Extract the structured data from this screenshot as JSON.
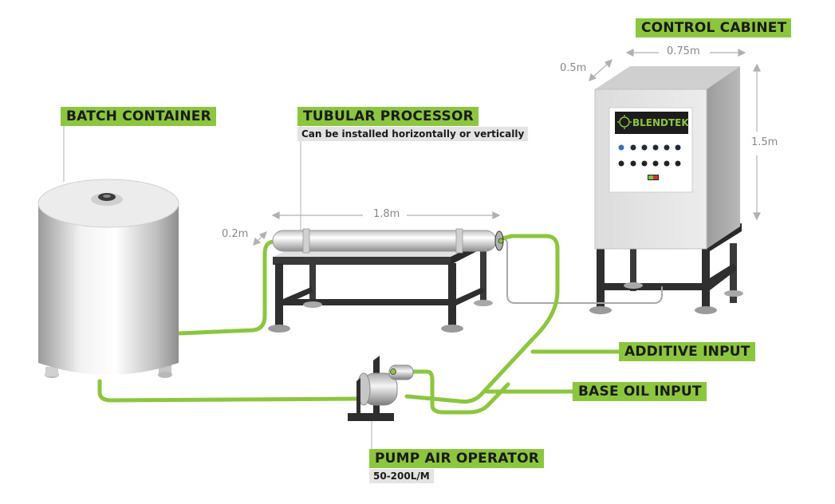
{
  "labels": {
    "batch_container": "BATCH CONTAINER",
    "tubular_processor": "TUBULAR PROCESSOR",
    "tubular_processor_note": "Can be installed horizontally or vertically",
    "control_cabinet": "CONTROL CABINET",
    "additive_input": "ADDITIVE INPUT",
    "base_oil_input": "BASE OIL INPUT",
    "pump_air_operator": "PUMP AIR OPERATOR",
    "pump_rate": "50-200L/M"
  },
  "dimensions": {
    "processor_length": "1.8m",
    "processor_diameter": "0.2m",
    "cabinet_width": "0.75m",
    "cabinet_depth": "0.5m",
    "cabinet_height": "1.5m"
  },
  "cabinet_panel": {
    "brand": "BLENDTEK"
  },
  "colors": {
    "label_green": "#8cc63f",
    "pipe_green": "#8cc63f",
    "frame_dark": "#333333",
    "metal_light": "#e6e6e6",
    "panel_dark": "#1c1c1c"
  }
}
